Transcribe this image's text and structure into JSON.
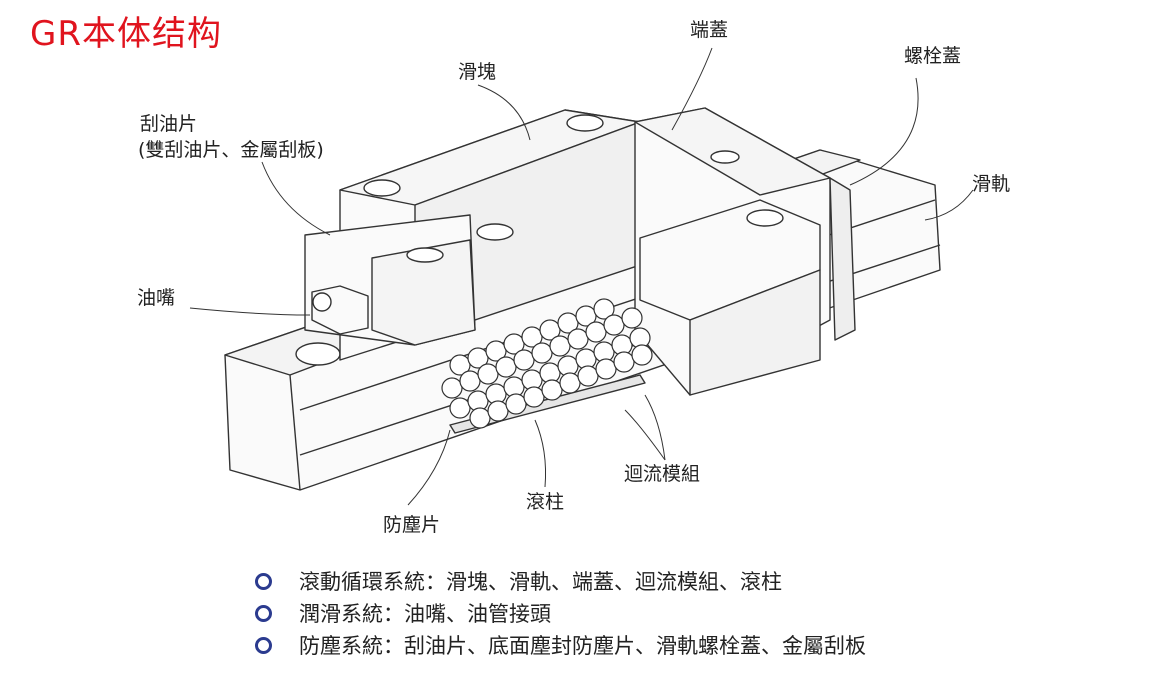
{
  "title": "GR本体结构",
  "labels": {
    "end_cap": "端蓋",
    "block": "滑塊",
    "bolt_cap": "螺栓蓋",
    "scraper_1": "刮油片",
    "scraper_2": "(雙刮油片、金屬刮板)",
    "rail": "滑軌",
    "grease_nipple": "油嘴",
    "recirculation": "迴流模組",
    "roller": "滾柱",
    "dust_strip": "防塵片"
  },
  "bullets": [
    "滾動循環系統：滑塊、滑軌、端蓋、迴流模組、滾柱",
    "潤滑系統：油嘴、油管接頭",
    "防塵系統：刮油片、底面塵封防塵片、滑軌螺栓蓋、金屬刮板"
  ],
  "colors": {
    "title": "#e0141e",
    "bullet": "#2b3b8f"
  }
}
